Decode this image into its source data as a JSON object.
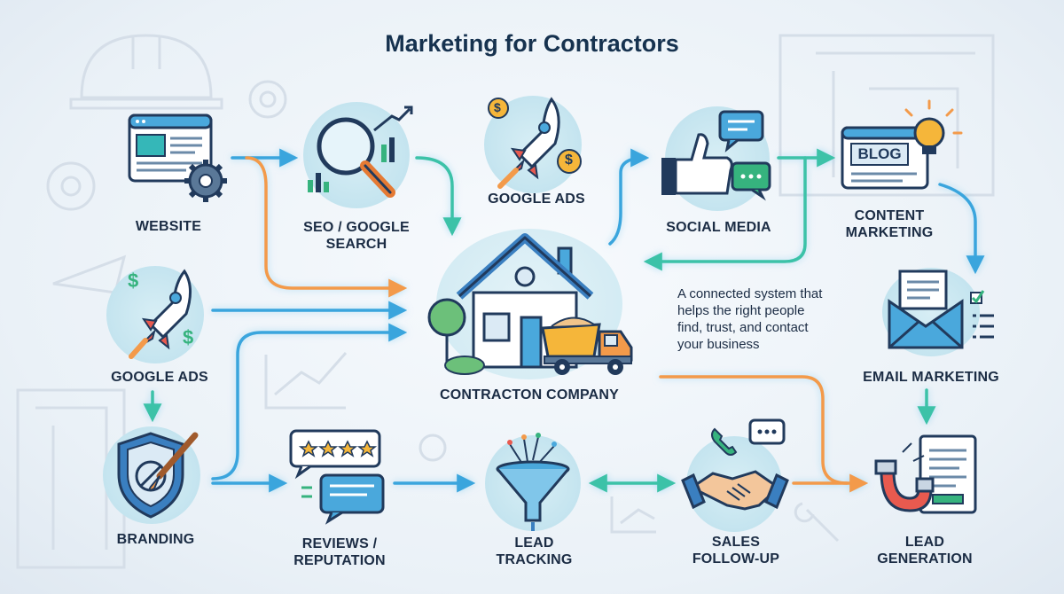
{
  "title": "Marketing for Contractors",
  "center": {
    "label": "CONTRACTON COMPANY"
  },
  "tagline": [
    "A connected system that",
    "helps the right people",
    "find, trust, and contact",
    "your business"
  ],
  "nodes": {
    "website": [
      "WEBSITE"
    ],
    "seo": [
      "SEO / GOOGLE",
      "SEARCH"
    ],
    "google_ads_top": [
      "GOOGLE ADS"
    ],
    "social_media": [
      "SOCIAL MEDIA"
    ],
    "content_marketing": [
      "CONTENT",
      "MARKETING"
    ],
    "google_ads_left": [
      "GOOGLE ADS"
    ],
    "email_marketing": [
      "EMAIL MARKETING"
    ],
    "branding": [
      "BRANDING"
    ],
    "reviews": [
      "REVIEWS /",
      "REPUTATION"
    ],
    "lead_tracking": [
      "LEAD",
      "TRACKING"
    ],
    "sales_followup": [
      "SALES",
      "FOLLOW-UP"
    ],
    "lead_generation": [
      "LEAD",
      "GENERATION"
    ]
  },
  "icons": {
    "blog_text": "BLOG",
    "dollar": "$"
  },
  "colors": {
    "title": "#16324f",
    "arrow_blue": "#3aa5dd",
    "arrow_teal": "#3cc2a8",
    "arrow_orange": "#f39a4a",
    "circle": "#c4e4ef",
    "navy": "#213a5c"
  }
}
